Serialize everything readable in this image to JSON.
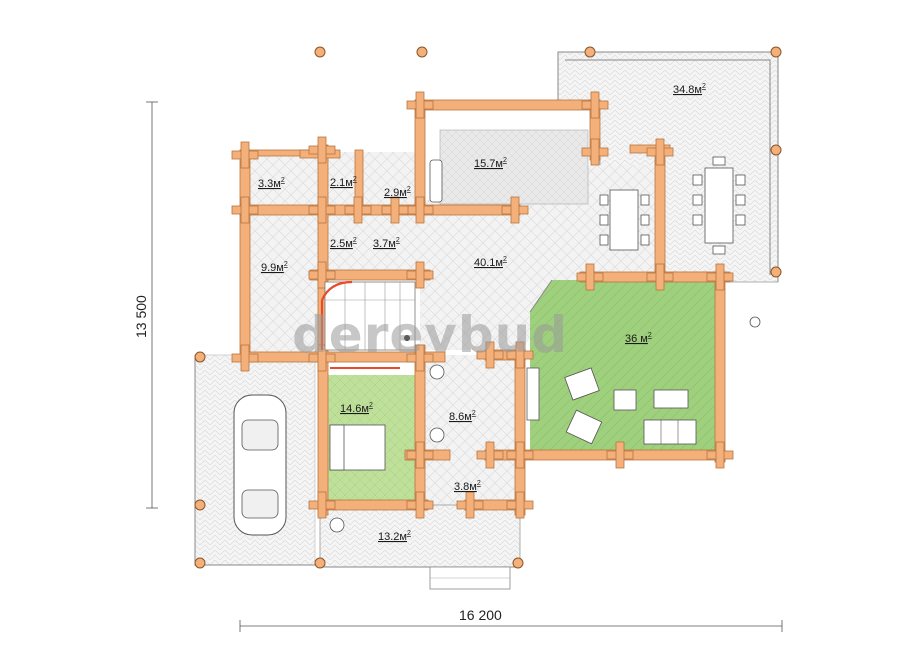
{
  "watermark": "derevbud",
  "dimensions": {
    "width_label": "16 200",
    "height_label": "13 500"
  },
  "rooms": [
    {
      "id": "terrace",
      "area": "34.8м",
      "sup": "2"
    },
    {
      "id": "kitchen",
      "area": "15.7м",
      "sup": "2"
    },
    {
      "id": "vestibule",
      "area": "3.3м",
      "sup": "2"
    },
    {
      "id": "wc",
      "area": "2.1м",
      "sup": "2"
    },
    {
      "id": "bath",
      "area": "2.9м",
      "sup": "2"
    },
    {
      "id": "hall_left",
      "area": "9.9м",
      "sup": "2"
    },
    {
      "id": "closet",
      "area": "2.5м",
      "sup": "2"
    },
    {
      "id": "corridor",
      "area": "3.7м",
      "sup": "2"
    },
    {
      "id": "living_dining",
      "area": "40.1м",
      "sup": "2"
    },
    {
      "id": "lounge",
      "area": "36 м",
      "sup": "2"
    },
    {
      "id": "bedroom",
      "area": "14.6м",
      "sup": "2"
    },
    {
      "id": "hall",
      "area": "8.6м",
      "sup": "2"
    },
    {
      "id": "storage",
      "area": "3.8м",
      "sup": "2"
    },
    {
      "id": "porch",
      "area": "13.2м",
      "sup": "2"
    }
  ],
  "colors": {
    "log": "#f4b07a",
    "log_stroke": "#b9763e",
    "lounge_floor": "#9ccf7a",
    "bedroom_floor": "#b9dd95",
    "tile": "#e6e6e6",
    "stair_accent": "#e84a2a"
  }
}
